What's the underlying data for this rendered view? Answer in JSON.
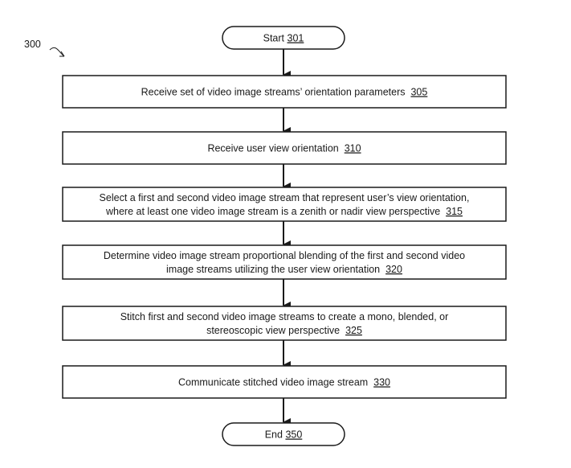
{
  "figure": {
    "ref": "300"
  },
  "nodes": [
    {
      "id": "start",
      "shape": "terminal",
      "text": "Start",
      "ref": "301"
    },
    {
      "id": "s305",
      "shape": "process",
      "lines": [
        "Receive set of video image streams’ orientation parameters"
      ],
      "ref": "305"
    },
    {
      "id": "s310",
      "shape": "process",
      "lines": [
        "Receive user view orientation"
      ],
      "ref": "310"
    },
    {
      "id": "s315",
      "shape": "process",
      "lines": [
        "Select a first and second video image stream that represent user’s view orientation,",
        "where at least one video image stream is a zenith or nadir view perspective"
      ],
      "ref": "315"
    },
    {
      "id": "s320",
      "shape": "process",
      "lines": [
        "Determine video image stream proportional blending of the first and second video",
        "image streams utilizing the user view orientation"
      ],
      "ref": "320"
    },
    {
      "id": "s325",
      "shape": "process",
      "lines": [
        "Stitch first and second video image streams to create a mono, blended, or",
        "stereoscopic view perspective"
      ],
      "ref": "325"
    },
    {
      "id": "s330",
      "shape": "process",
      "lines": [
        "Communicate stitched video image stream"
      ],
      "ref": "330"
    },
    {
      "id": "end",
      "shape": "terminal",
      "text": "End",
      "ref": "350"
    }
  ],
  "edges": [
    {
      "from": "start",
      "to": "s305"
    },
    {
      "from": "s305",
      "to": "s310"
    },
    {
      "from": "s310",
      "to": "s315"
    },
    {
      "from": "s315",
      "to": "s320"
    },
    {
      "from": "s320",
      "to": "s325"
    },
    {
      "from": "s325",
      "to": "s330"
    },
    {
      "from": "s330",
      "to": "end"
    }
  ]
}
